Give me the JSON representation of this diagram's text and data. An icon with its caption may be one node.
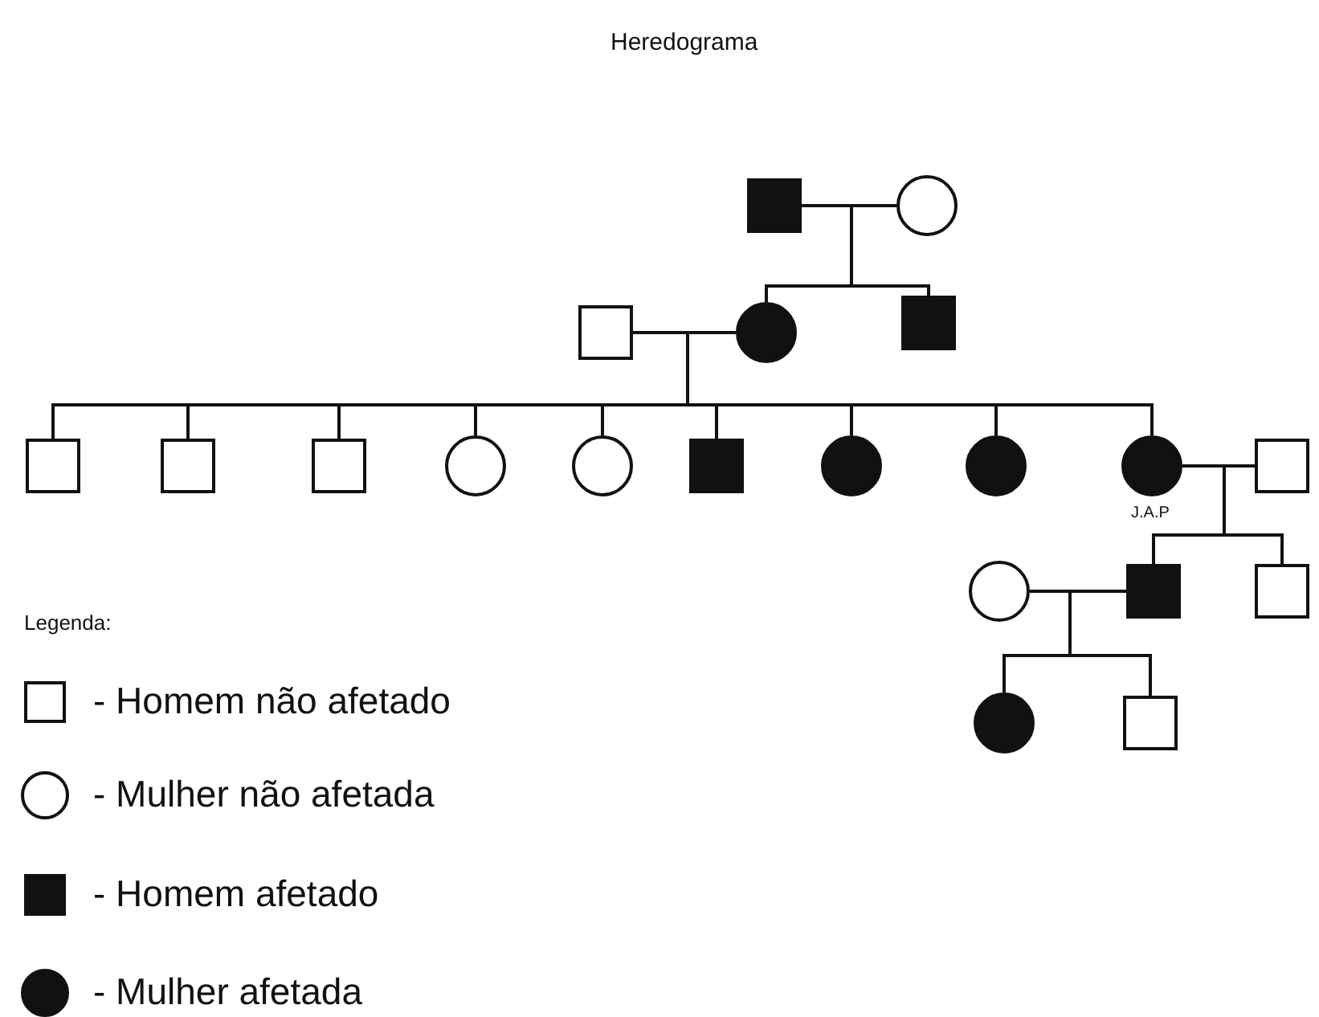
{
  "diagram": {
    "title": "Heredograma",
    "nodes": [
      {
        "text": [],
        "shape": "block"
      },
      {
        "text": [],
        "shape": "circle"
      },
      {
        "text": [],
        "shape": "box"
      },
      {
        "text": [],
        "shape": "disc"
      },
      {
        "text": [],
        "shape": "block"
      },
      {
        "text": [],
        "shape": "box"
      },
      {
        "text": [],
        "shape": "box"
      },
      {
        "text": [],
        "shape": "box"
      },
      {
        "text": [],
        "shape": "circle"
      },
      {
        "text": [],
        "shape": "circle"
      },
      {
        "text": [],
        "shape": "block"
      },
      {
        "text": [],
        "shape": "disc"
      },
      {
        "text": [],
        "shape": "disc"
      },
      {
        "text": [],
        "shape": "disc",
        "beside": [
          "J.A.P"
        ]
      },
      {
        "text": [],
        "shape": "box"
      },
      {
        "text": [],
        "shape": "circle"
      },
      {
        "text": [],
        "shape": "block"
      },
      {
        "text": [],
        "shape": "box"
      },
      {
        "text": [],
        "shape": "disc"
      },
      {
        "text": [],
        "shape": "box"
      }
    ],
    "edges": [
      {
        "from": 0,
        "to": 1,
        "arrow": "none"
      },
      {
        "from": 1,
        "to": 3,
        "arrow": "none"
      },
      {
        "from": 1,
        "to": 4,
        "arrow": "none"
      },
      {
        "from": 2,
        "to": 3,
        "arrow": "none"
      },
      {
        "from": 3,
        "to": 5,
        "arrow": "none"
      },
      {
        "from": 3,
        "to": 6,
        "arrow": "none"
      },
      {
        "from": 3,
        "to": 7,
        "arrow": "none"
      },
      {
        "from": 3,
        "to": 8,
        "arrow": "none"
      },
      {
        "from": 3,
        "to": 9,
        "arrow": "none"
      },
      {
        "from": 3,
        "to": 10,
        "arrow": "none"
      },
      {
        "from": 3,
        "to": 11,
        "arrow": "none"
      },
      {
        "from": 3,
        "to": 12,
        "arrow": "none"
      },
      {
        "from": 3,
        "to": 13,
        "arrow": "none"
      },
      {
        "from": 13,
        "to": 14,
        "arrow": "none"
      },
      {
        "from": 13,
        "to": 16,
        "arrow": "none"
      },
      {
        "from": 13,
        "to": 17,
        "arrow": "none"
      },
      {
        "from": 15,
        "to": 16,
        "arrow": "none"
      },
      {
        "from": 15,
        "to": 18,
        "arrow": "none"
      },
      {
        "from": 15,
        "to": 19,
        "arrow": "none"
      }
    ],
    "labels": [
      "Legenda:"
    ],
    "legend": [
      {
        "text": "- Homem não afetado"
      },
      {
        "text": "- Mulher não afetada"
      },
      {
        "text": "- Homem afetado"
      },
      {
        "text": "- Mulher afetada"
      }
    ]
  }
}
